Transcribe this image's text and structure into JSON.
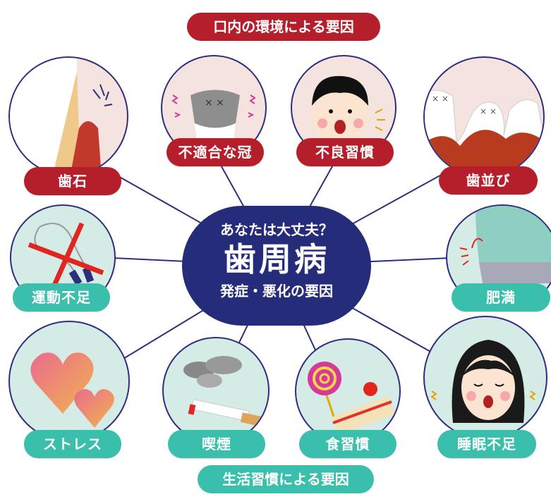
{
  "headings": {
    "top": "口内の環境による要因",
    "bottom": "生活習慣による要因"
  },
  "center": {
    "question": "あなたは大丈夫？",
    "title": "歯周病",
    "subtitle": "発症・悪化の要因"
  },
  "factors": {
    "tartar": "歯石",
    "crown": "不適合な冠",
    "habit": "不良習慣",
    "alignment": "歯並び",
    "exercise": "運動不足",
    "obesity": "肥満",
    "stress": "ストレス",
    "smoking": "喫煙",
    "diet": "食習慣",
    "sleep": "睡眠不足"
  },
  "colors": {
    "navy": "#252c7a",
    "red": "#b41f2b",
    "teal": "#3bbfad",
    "pink_bg": "#f5e3e0",
    "green_bg": "#d5ece6"
  }
}
